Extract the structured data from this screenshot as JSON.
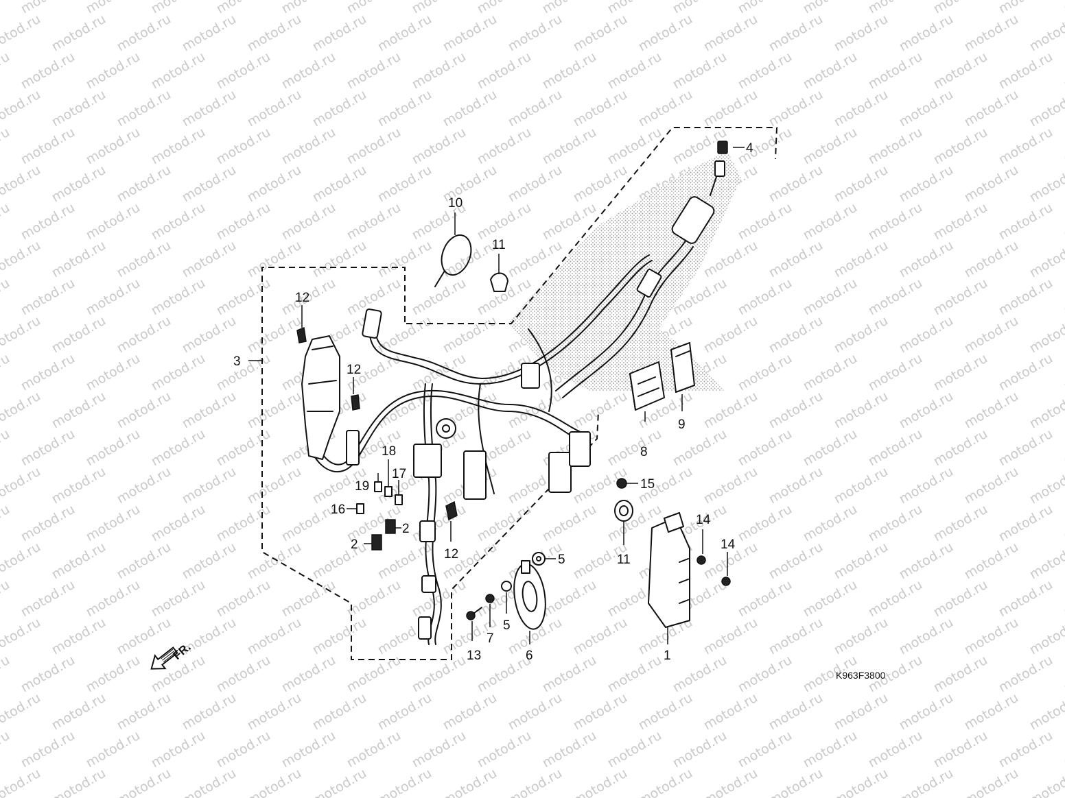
{
  "diagram": {
    "drawing_code": "K963F3800",
    "front_marker": "FR.",
    "watermark": "motod.ru",
    "callouts": [
      "1",
      "2",
      "2",
      "3",
      "4",
      "5",
      "5",
      "6",
      "7",
      "8",
      "9",
      "10",
      "11",
      "11",
      "12",
      "12",
      "12",
      "13",
      "14",
      "14",
      "15",
      "16",
      "17",
      "18",
      "19"
    ]
  },
  "colors": {
    "line": "#111111",
    "watermark": "#c9c9c9",
    "shading": "#9a9a9a"
  },
  "icons": [
    "front-direction-arrow-icon"
  ]
}
